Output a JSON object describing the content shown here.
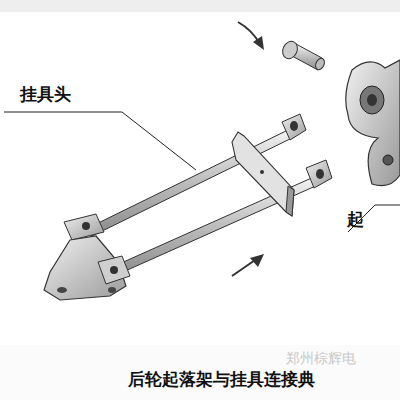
{
  "diagram": {
    "caption": "后轮起落架与挂具连接典",
    "labels": [
      "挂具头",
      "起",
      "郑州棕辉电"
    ]
  }
}
